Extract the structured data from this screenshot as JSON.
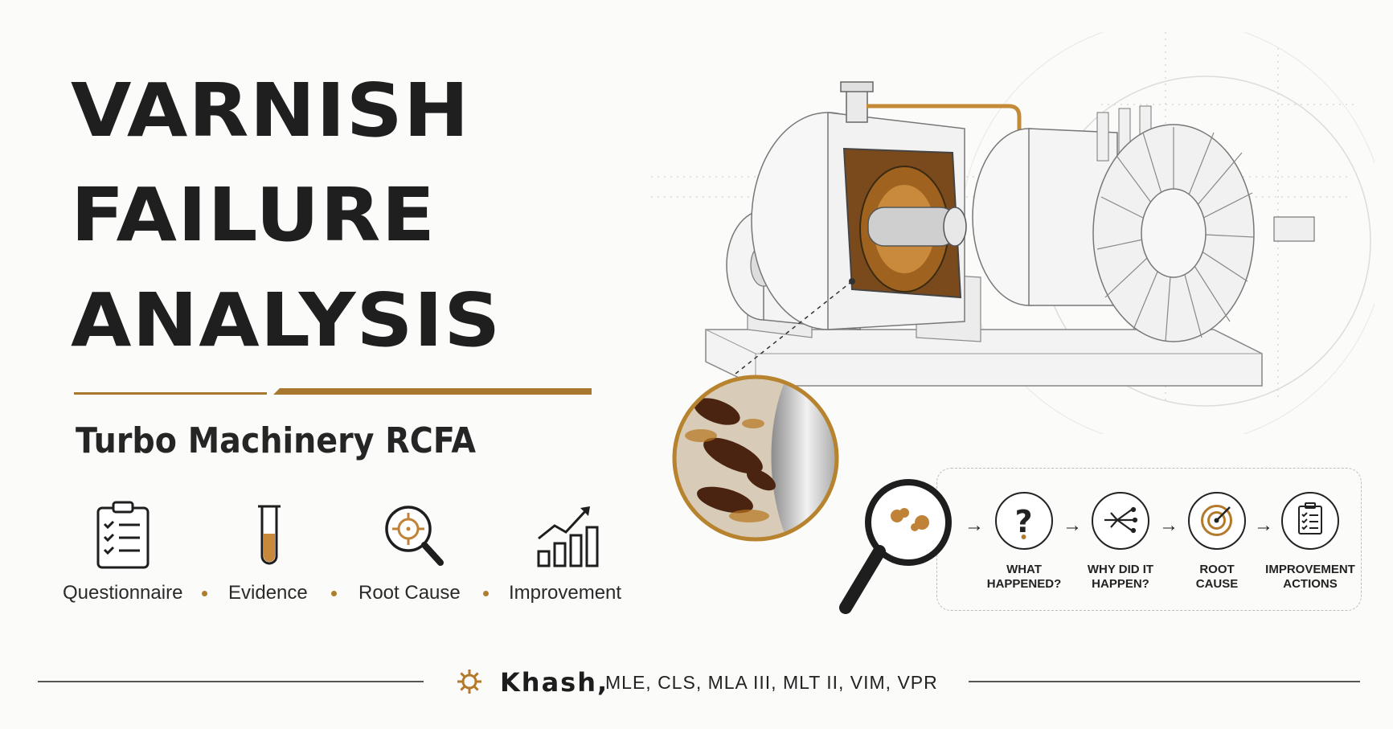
{
  "title": {
    "line1": "VARNISH",
    "line2": "FAILURE",
    "line3": "ANALYSIS",
    "subtitle": "Turbo Machinery RCFA"
  },
  "features": [
    {
      "label": "Questionnaire",
      "icon": "clipboard-checklist-icon"
    },
    {
      "label": "Evidence",
      "icon": "test-tube-icon"
    },
    {
      "label": "Root Cause",
      "icon": "magnifier-target-icon"
    },
    {
      "label": "Improvement",
      "icon": "growth-chart-icon"
    }
  ],
  "process": {
    "steps": [
      {
        "label": "WHAT\nHAPPENED?",
        "icon": "question-icon"
      },
      {
        "label": "WHY DID IT\nHAPPEN?",
        "icon": "branching-icon"
      },
      {
        "label": "ROOT\nCAUSE",
        "icon": "target-icon"
      },
      {
        "label": "IMPROVEMENT\nACTIONS",
        "icon": "checklist-icon"
      }
    ]
  },
  "author": {
    "name": "Khash,",
    "credentials": "MLE, CLS, MLA III, MLT II, VIM, VPR"
  },
  "colors": {
    "accent": "#a8782e",
    "ink": "#1f1f1f",
    "background": "#fbfbfa"
  }
}
